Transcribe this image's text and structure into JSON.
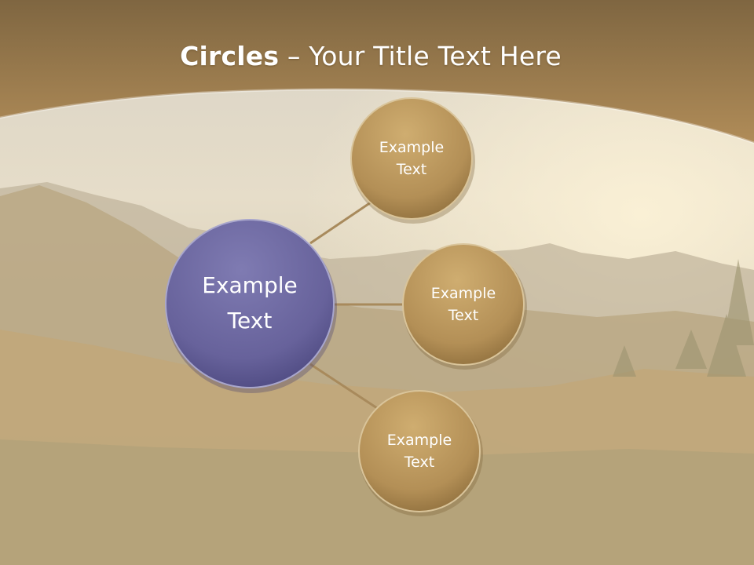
{
  "slide": {
    "title_bold": "Circles",
    "title_sep": " – ",
    "title_rest": "Your Title Text Here"
  },
  "diagram": {
    "center": {
      "label_line1": "Example",
      "label_line2": "Text"
    },
    "satellites": [
      {
        "label_line1": "Example",
        "label_line2": "Text"
      },
      {
        "label_line1": "Example",
        "label_line2": "Text"
      },
      {
        "label_line1": "Example",
        "label_line2": "Text"
      }
    ]
  },
  "colors": {
    "banner": "#9a7a4e",
    "center_circle": "#6b679c",
    "satellite_circle": "#b8955a",
    "connector": "#a88a5c"
  }
}
